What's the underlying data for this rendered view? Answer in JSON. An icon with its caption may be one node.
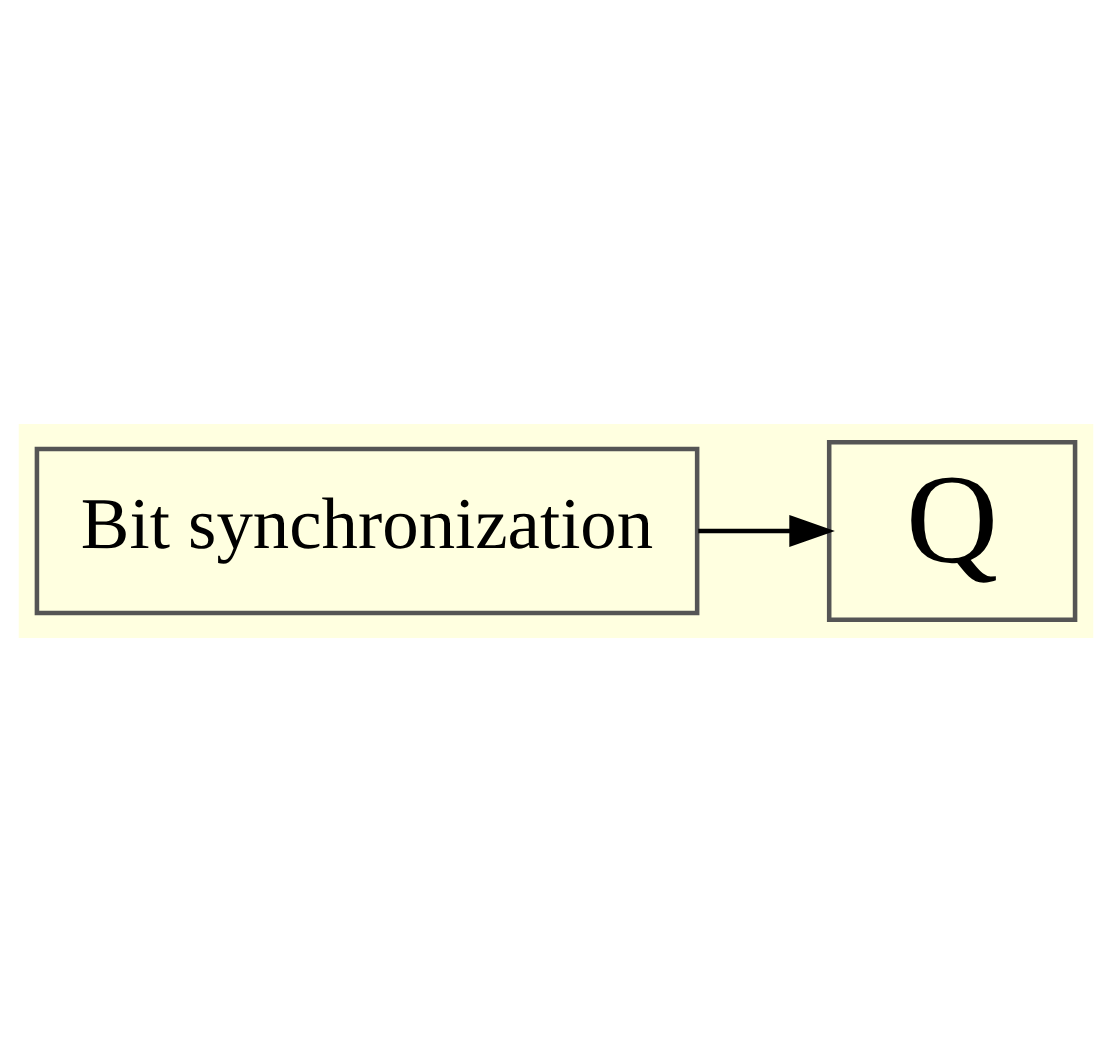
{
  "diagram": {
    "nodes": [
      {
        "text": [
          "Bit synchronization"
        ]
      },
      {
        "text": [
          "Q"
        ]
      }
    ],
    "edges": [
      {
        "from": 0,
        "to": 1,
        "arrow": "to"
      }
    ]
  }
}
